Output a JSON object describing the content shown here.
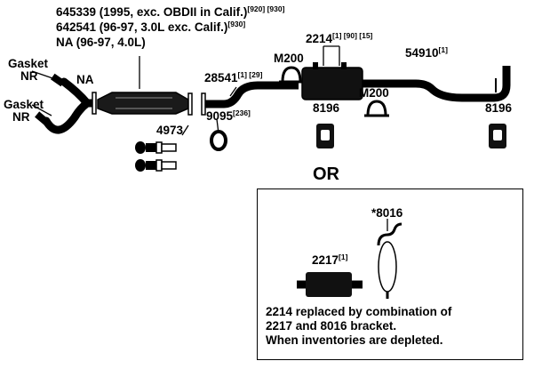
{
  "labels": {
    "part_645339": "645339 (1995, exc. OBDII in Calif.)",
    "part_645339_refs": "[920] [930]",
    "part_642541": "642541 (96-97, 3.0L exc. Calif.)",
    "part_642541_refs": "[930]",
    "part_na": "NA (96-97, 4.0L)",
    "gasket_upper": "Gasket",
    "gasket_upper_nr": "NR",
    "na_side": "NA",
    "gasket_lower": "Gasket",
    "gasket_lower_nr": "NR",
    "part_4973": "4973",
    "part_28541": "28541",
    "part_28541_refs": "[1] [29]",
    "part_9095": "9095",
    "part_9095_refs": "[236]",
    "part_m200_a": "M200",
    "part_2214": "2214",
    "part_2214_refs": "[1] [90] [15]",
    "part_m200_b": "M200",
    "part_8196_a": "8196",
    "part_54910": "54910",
    "part_54910_refs": "[1]",
    "part_8196_b": "8196",
    "or_text": "OR",
    "part_8016": "*8016",
    "part_2217": "2217",
    "part_2217_refs": "[1]",
    "note_line1": "2214 replaced by combination of",
    "note_line2": "2217 and 8016 bracket.",
    "note_line3": "When inventories are depleted."
  },
  "colors": {
    "ink": "#000000",
    "background": "#ffffff"
  }
}
